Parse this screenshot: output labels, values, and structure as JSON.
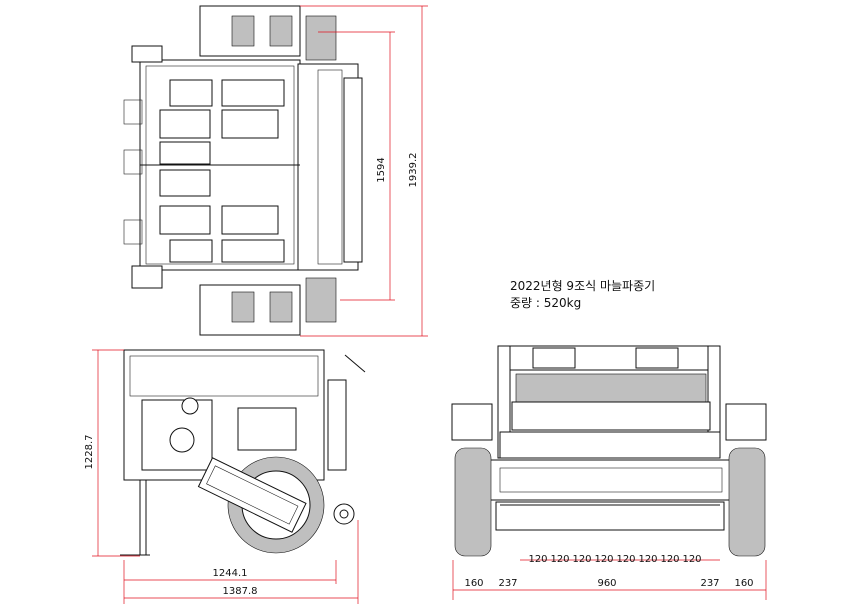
{
  "title": {
    "line1": "2022년형 9조식 마늘파종기",
    "line2": "중량 : 520kg"
  },
  "dimensions": {
    "top_inner_height": "1594",
    "top_outer_height": "1939.2",
    "side_height": "1228.7",
    "side_width_inner": "1244.1",
    "side_width_outer": "1387.8",
    "front_row_spacing": [
      "120",
      "120",
      "120",
      "120",
      "120",
      "120",
      "120",
      "120"
    ],
    "front_bottom": [
      "160",
      "237",
      "960",
      "237",
      "160"
    ]
  },
  "colors": {
    "dimension_line": "#e0101f",
    "outline": "#111111",
    "fill": "#bfbfbf"
  }
}
